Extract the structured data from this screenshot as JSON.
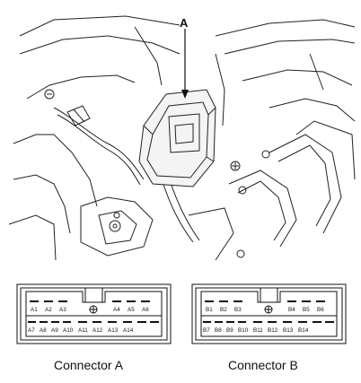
{
  "diagram": {
    "callout_label": "A"
  },
  "connectors": [
    {
      "id": "a",
      "caption": "Connector A",
      "top_pins": [
        "A1",
        "A2",
        "A3",
        "A4",
        "A5",
        "A6"
      ],
      "bottom_pins": [
        "A7",
        "A8",
        "A9",
        "A10",
        "A11",
        "A12",
        "A13",
        "A14"
      ]
    },
    {
      "id": "b",
      "caption": "Connector B",
      "top_pins": [
        "B1",
        "B2",
        "B3",
        "B4",
        "B5",
        "B6"
      ],
      "bottom_pins": [
        "B7",
        "B8",
        "B9",
        "B10",
        "B11",
        "B12",
        "B13",
        "B14"
      ]
    }
  ]
}
